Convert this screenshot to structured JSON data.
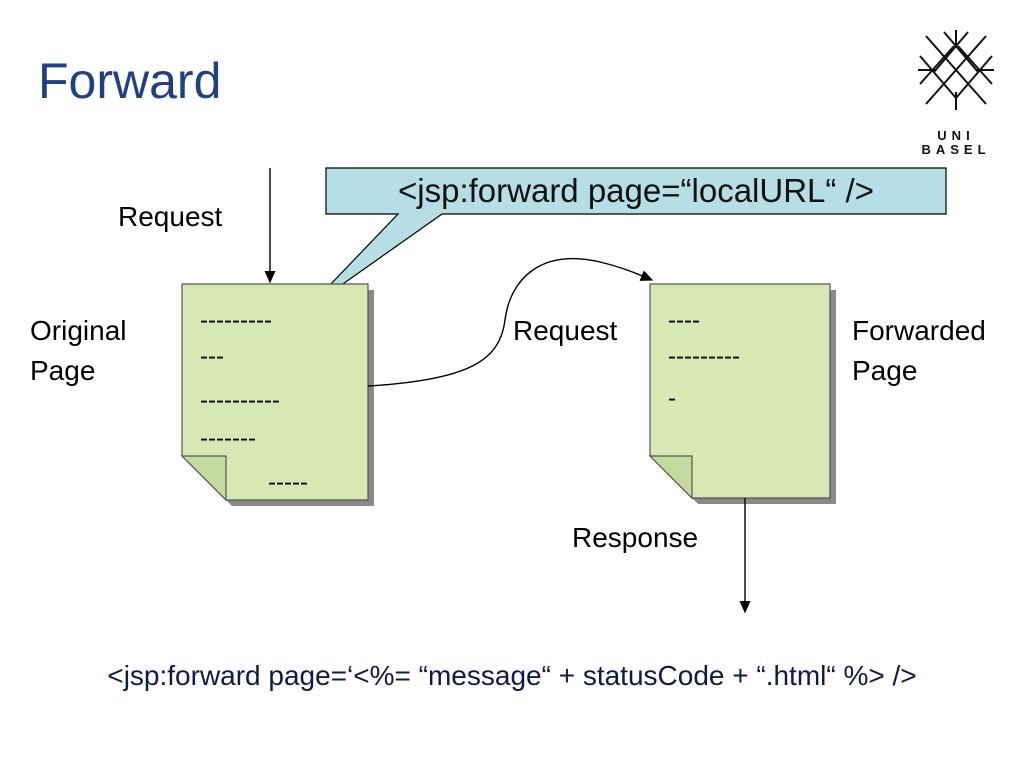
{
  "slide": {
    "title": "Forward",
    "logo": {
      "line1": "UNI",
      "line2": "BASEL"
    }
  },
  "diagram": {
    "callout": "<jsp:forward page=“localURL“ />",
    "request_in_label": "Request",
    "original_page_label": [
      "Original",
      "Page"
    ],
    "forwarded_page_label": [
      "Forwarded",
      "Page"
    ],
    "forward_request_label": "Request",
    "response_label": "Response",
    "original_doc_lines": [
      "---------",
      "---",
      "----------",
      "-------",
      "-----"
    ],
    "forwarded_doc_lines": [
      "----",
      "---------",
      "-"
    ],
    "colors": {
      "title": "#1f3f86",
      "document_fill": "#d6e8b4",
      "callout_fill": "#b5dfe4",
      "shadow": "#8a8a8a"
    }
  },
  "footer": {
    "code": "<jsp:forward page=‘<%= “message“ + statusCode + “.html“ %> />"
  }
}
